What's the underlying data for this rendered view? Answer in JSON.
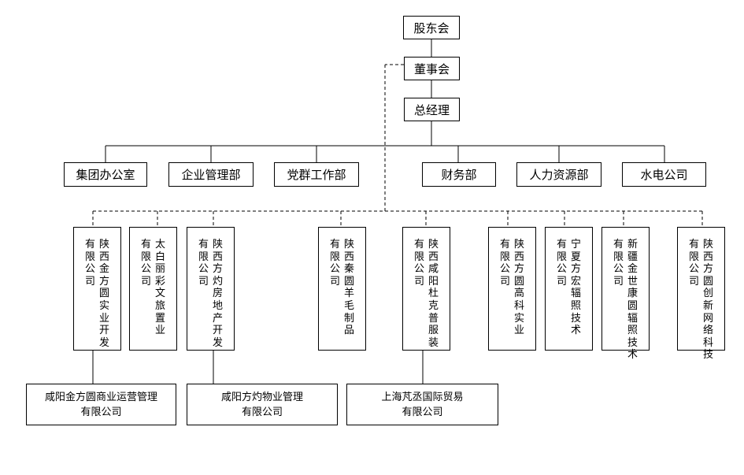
{
  "nodes": {
    "shareholders": "股东会",
    "board": "董事会",
    "gm": "总经理",
    "departments": [
      "集团办公室",
      "企业管理部",
      "党群工作部",
      "财务部",
      "人力资源部",
      "水电公司"
    ],
    "subsidiaries": [
      {
        "name": "陕西金方圆实业开发",
        "suffix": "有限公司"
      },
      {
        "name": "太白丽彩文旅置业",
        "suffix": "有限公司"
      },
      {
        "name": "陕西方灼房地产开发",
        "suffix": "有限公司"
      },
      {
        "name": "陕西秦圆羊毛制品",
        "suffix": "有限公司"
      },
      {
        "name": "陕西咸阳杜克普服装",
        "suffix": "有限公司"
      },
      {
        "name": "陕西方圆高科实业",
        "suffix": "有限公司"
      },
      {
        "name": "宁夏方宏辐照技术",
        "suffix": "有限公司"
      },
      {
        "name": "新疆金世康圆辐照技术",
        "suffix": "有限公司"
      },
      {
        "name": "陕西方圆创新网络科技",
        "suffix": "有限公司"
      }
    ],
    "subsub": [
      {
        "line1": "咸阳金方圆商业运营管理",
        "line2": "有限公司"
      },
      {
        "line1": "咸阳方灼物业管理",
        "line2": "有限公司"
      },
      {
        "line1": "上海芃丞国际贸易",
        "line2": "有限公司"
      }
    ]
  }
}
